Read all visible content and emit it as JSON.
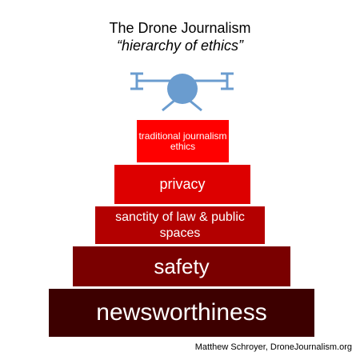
{
  "title": {
    "line1": "The Drone Journalism",
    "line2": "“hierarchy of ethics”"
  },
  "drone": {
    "icon": "drone-icon",
    "color": "#6a9ccf"
  },
  "tiers": [
    {
      "label": "traditional journalism ethics",
      "color": "#ff0000"
    },
    {
      "label": "privacy",
      "color": "#dd0000"
    },
    {
      "label": "sanctity of law & public spaces",
      "color": "#b30000"
    },
    {
      "label": "safety",
      "color": "#7a0000"
    },
    {
      "label": "newsworthiness",
      "color": "#3d0000"
    }
  ],
  "credit": "Matthew Schroyer, DroneJournalism.org"
}
